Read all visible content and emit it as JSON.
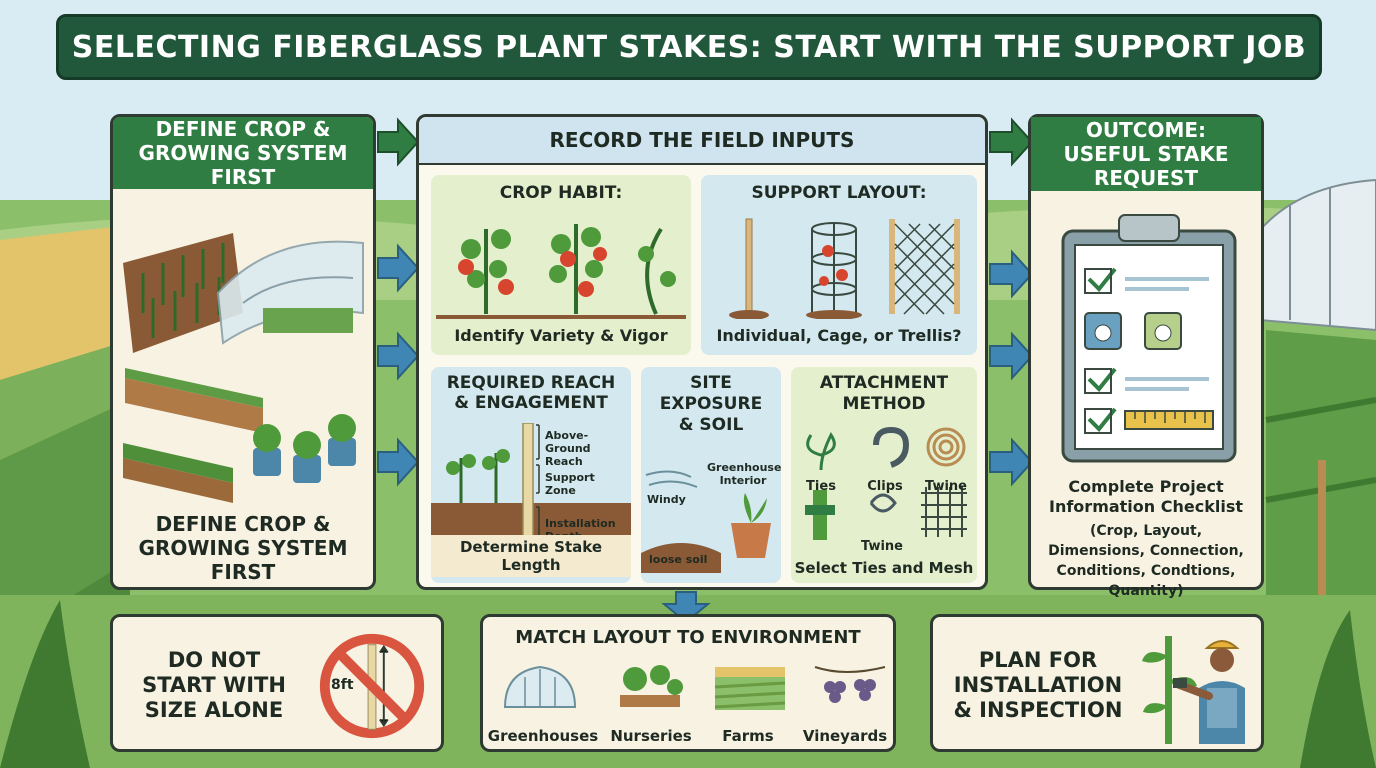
{
  "title": "SELECTING FIBERGLASS PLANT STAKES: START WITH THE SUPPORT JOB",
  "left_panel": {
    "header": "DEFINE CROP & GROWING SYSTEM FIRST",
    "footer": "DEFINE CROP & GROWING SYSTEM FIRST"
  },
  "center_panel": {
    "header": "RECORD THE FIELD INPUTS",
    "crop_habit": {
      "title": "CROP HABIT:",
      "caption": "Identify Variety & Vigor"
    },
    "support_layout": {
      "title": "SUPPORT LAYOUT:",
      "caption": "Individual, Cage, or Trellis?"
    },
    "reach": {
      "title": "REQUIRED REACH & ENGAGEMENT",
      "labels": [
        "Above-Ground Reach",
        "Support Zone",
        "Installation Depth"
      ],
      "caption": "Determine Stake Length"
    },
    "site": {
      "title": "SITE EXPOSURE & SOIL",
      "windy": "Windy",
      "greenhouse": "Greenhouse Interior",
      "soil": "loose soil"
    },
    "attachment": {
      "title": "ATTACHMENT METHOD",
      "items": [
        "Ties",
        "Clips",
        "Twine",
        "Twine"
      ],
      "caption": "Select Ties and Mesh"
    }
  },
  "right_panel": {
    "header": "OUTCOME: USEFUL STAKE REQUEST",
    "checklist_title": "Complete Project Information Checklist",
    "checklist_detail": "(Crop, Layout, Dimensions, Connection, Conditions, Condtions, Quantity)"
  },
  "bottom": {
    "warning": "DO NOT START WITH SIZE ALONE",
    "size_label": "8ft",
    "environment_title": "MATCH LAYOUT TO ENVIRONMENT",
    "environments": [
      "Greenhouses",
      "Nurseries",
      "Farms",
      "Vineyards"
    ],
    "plan": "PLAN FOR INSTALLATION & INSPECTION"
  },
  "colors": {
    "dark_green": "#21583c",
    "header_green": "#2f7d42",
    "header_blue": "#cfe4ef",
    "arrow_blue": "#3f86b4",
    "panel_cream": "#f7f2e2",
    "warning_red": "#d9553f"
  }
}
